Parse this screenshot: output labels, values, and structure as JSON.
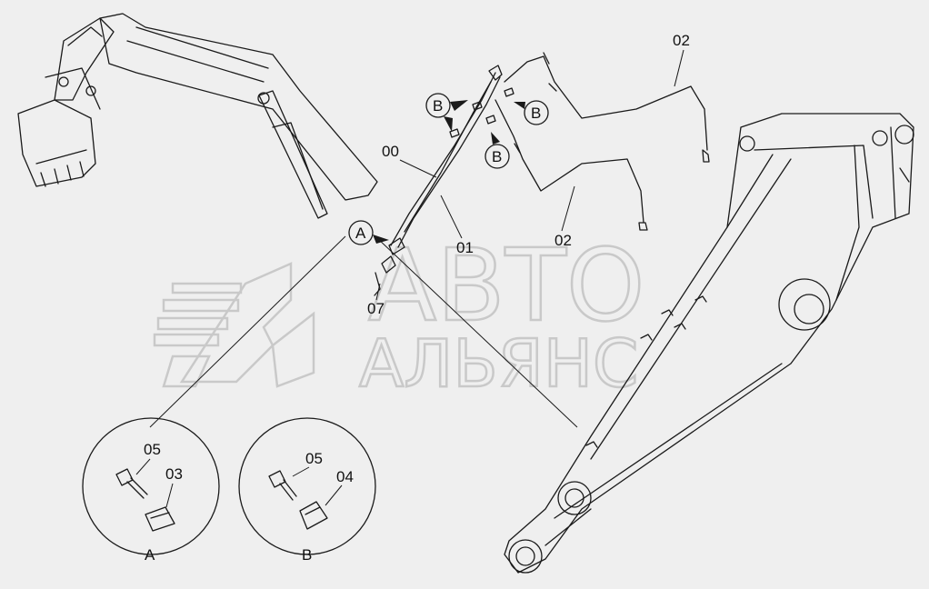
{
  "watermark": {
    "line1": "АВТО",
    "line2": "АЛЬЯНС"
  },
  "callouts": {
    "p00": "00",
    "p01": "01",
    "p02_top": "02",
    "p02_mid": "02",
    "p07": "07",
    "detail_a_05": "05",
    "detail_a_03": "03",
    "detail_b_05": "05",
    "detail_b_04": "04"
  },
  "markers": {
    "a": "A",
    "b1": "B",
    "b2": "B",
    "b3": "B"
  },
  "detail_captions": {
    "a": "A",
    "b": "B"
  },
  "colors": {
    "background": "#efefef",
    "ink": "#1a1a1a",
    "watermark": "#c9c9c9"
  }
}
